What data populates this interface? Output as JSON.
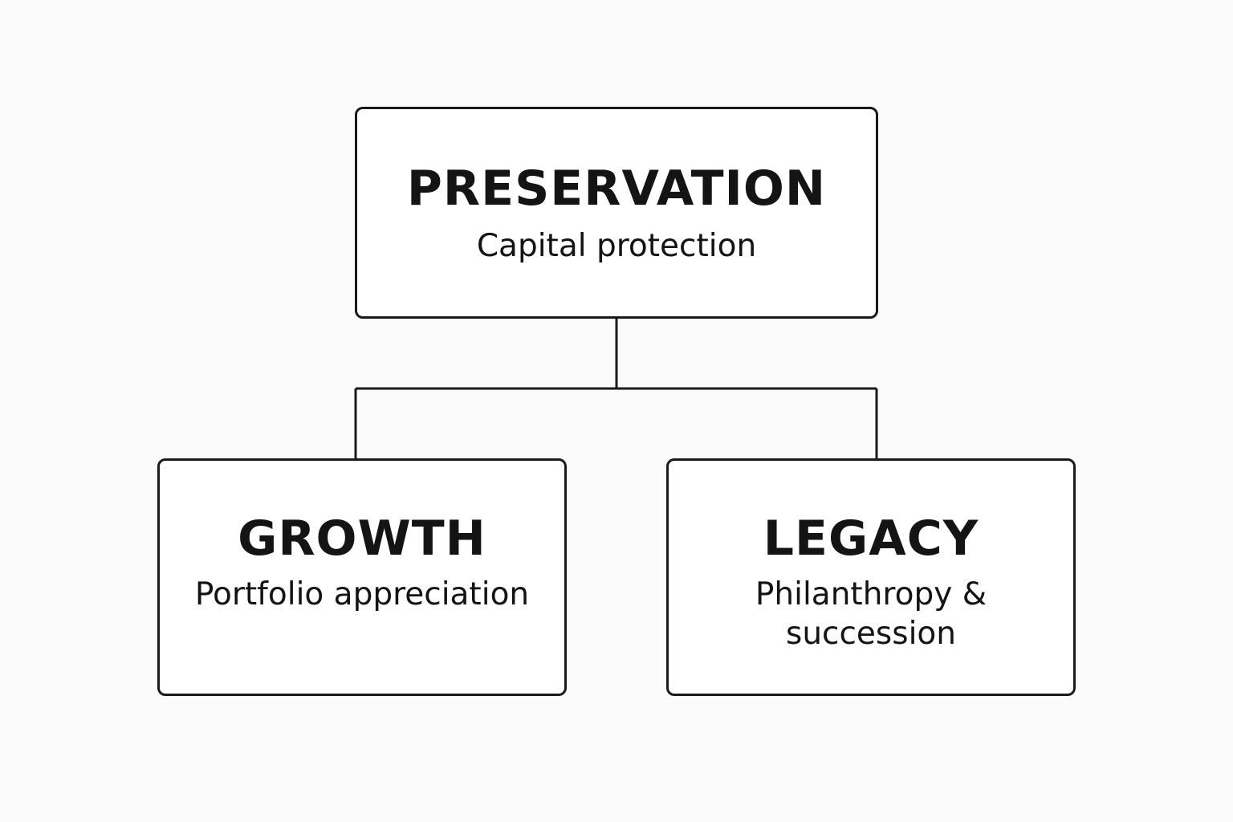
{
  "nodes": {
    "preservation": {
      "title": "PRESERVATION",
      "subtitle": "Capital protection"
    },
    "growth": {
      "title": "GROWTH",
      "subtitle": "Portfolio appreciation"
    },
    "legacy": {
      "title": "LEGACY",
      "subtitle_line1": "Philanthropy &",
      "subtitle_line2": "succession"
    }
  },
  "colors": {
    "background": "#fbfbfb",
    "stroke": "#1a1a1a",
    "text": "#141414"
  }
}
